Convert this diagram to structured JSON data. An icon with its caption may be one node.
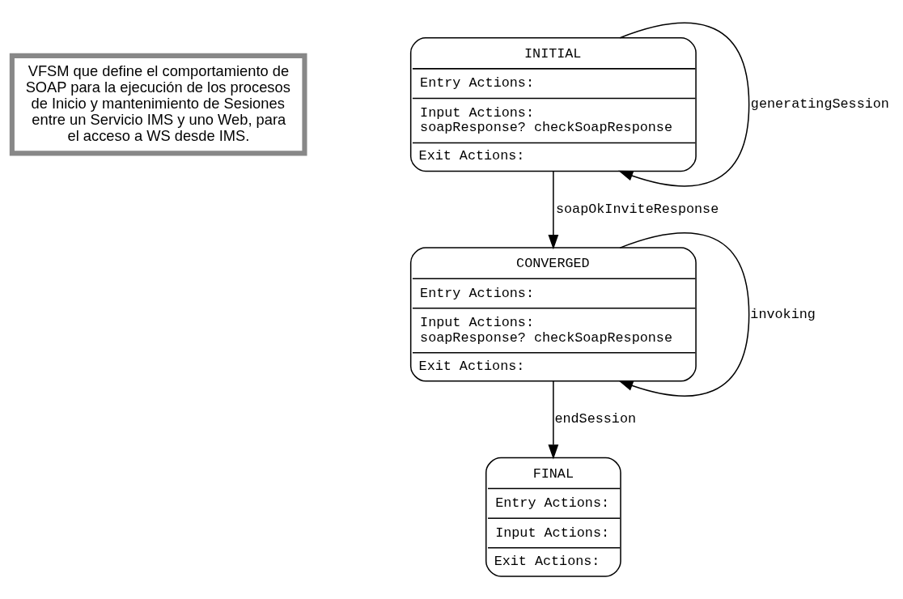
{
  "diagram": {
    "nodes": [
      {
        "text": [
          "VFSM que define el comportamiento de SOAP para la ejecución de los procesos de Inicio y mantenimiento de Sesiones entre un Servicio IMS y uno Web, para el acceso a WS desde IMS."
        ]
      },
      {
        "text": [
          "INITIAL",
          "Entry Actions:",
          "Input Actions: soapResponse? checkSoapResponse",
          "Exit Actions:"
        ]
      },
      {
        "text": [
          "CONVERGED",
          "Entry Actions:",
          "Input Actions: soapResponse? checkSoapResponse",
          "Exit Actions:"
        ]
      },
      {
        "text": [
          "FINAL",
          "Entry Actions:",
          "Input Actions:",
          "Exit Actions:"
        ]
      }
    ],
    "edges": [
      {
        "from": 1,
        "to": 1,
        "arrow": "to",
        "label": "generatingSession"
      },
      {
        "from": 1,
        "to": 2,
        "arrow": "to",
        "label": "soapOkInviteResponse"
      },
      {
        "from": 2,
        "to": 2,
        "arrow": "to",
        "label": "invoking"
      },
      {
        "from": 2,
        "to": 3,
        "arrow": "to",
        "label": "endSession"
      }
    ]
  }
}
